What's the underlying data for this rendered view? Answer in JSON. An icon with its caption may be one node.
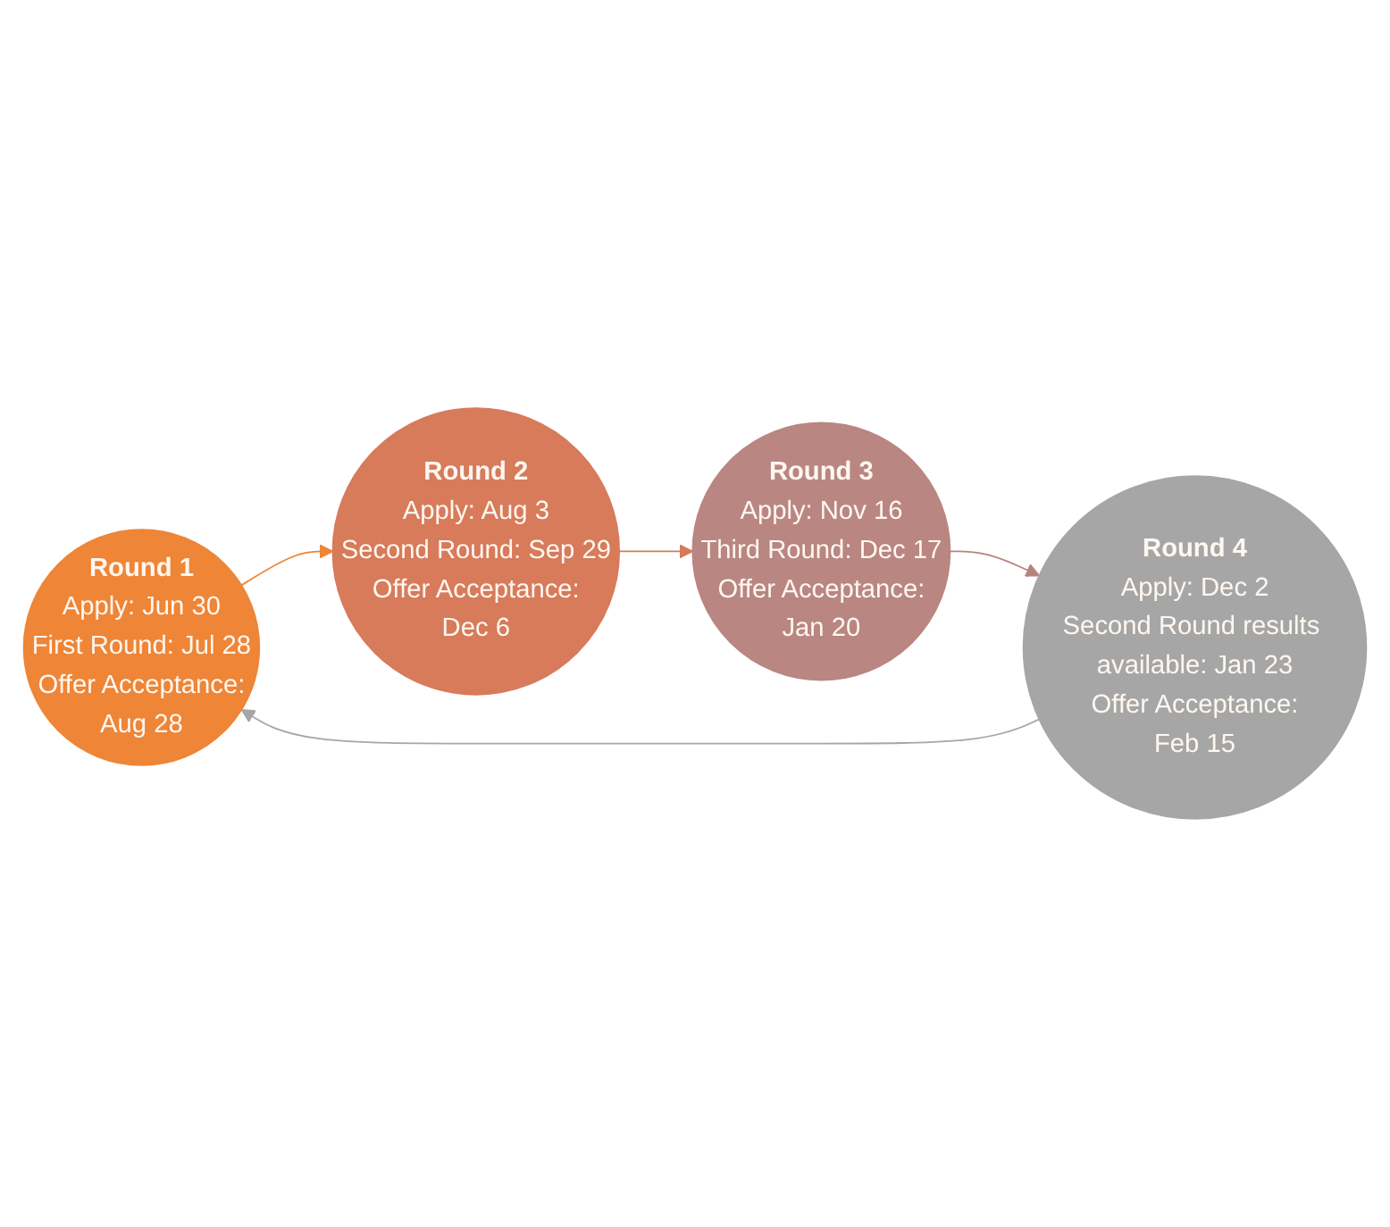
{
  "diagram": {
    "nodes": [
      {
        "text": [
          "Round 1",
          "Apply: Jun 30",
          "First Round: Jul 28",
          "Offer Acceptance:",
          "Aug 28"
        ]
      },
      {
        "text": [
          "Round 2",
          "Apply: Aug 3",
          "Second Round: Sep 29",
          "Offer Acceptance:",
          "Dec 6"
        ]
      },
      {
        "text": [
          "Round 3",
          "Apply: Nov 16",
          "Third Round: Dec 17",
          "Offer Acceptance:",
          "Jan 20"
        ]
      },
      {
        "text": [
          "Round 4",
          "Apply: Dec 2",
          "Second Round results available: Jan 23",
          "Offer Acceptance:",
          "Feb 15"
        ]
      }
    ],
    "edges": [
      {
        "from": 0,
        "to": 1,
        "arrow": "to",
        "color": "#ee8537"
      },
      {
        "from": 1,
        "to": 2,
        "arrow": "to",
        "color": "#d67a59"
      },
      {
        "from": 2,
        "to": 3,
        "arrow": "to",
        "color": "#b6847f"
      },
      {
        "from": 3,
        "to": 0,
        "arrow": "to",
        "color": "#a6a6a6"
      }
    ]
  }
}
